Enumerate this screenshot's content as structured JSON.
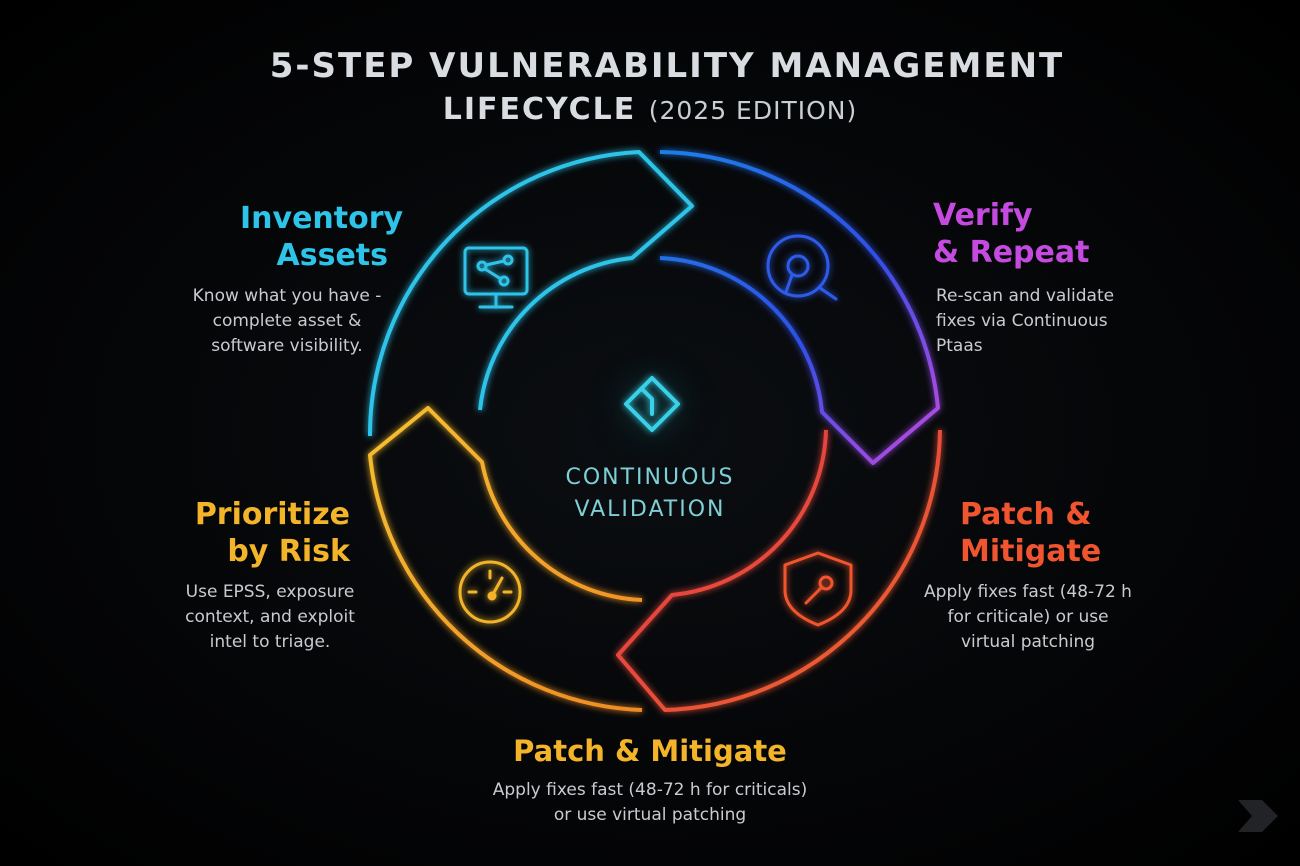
{
  "title": {
    "line1": "5-STEP VULNERABILITY MANAGEMENT",
    "line2": "LIFECYCLE",
    "line2_suffix": "(2025 EDITION)"
  },
  "center": {
    "label": "CONTINUOUS\nVALIDATION",
    "icon": "diamond-arrow-icon"
  },
  "steps": {
    "inventory": {
      "title": "Inventory\nAssets",
      "desc": "Know what you have -\ncomplete asset &\nsoftware visibility.",
      "color": "#2ec4ea",
      "icon": "monitor-network-icon"
    },
    "verify": {
      "title": "Verify\n& Repeat",
      "desc": "Re-scan and validate\nfixes via Continuous\nPtaas",
      "color": "#c54be0",
      "icon": "scan-target-icon"
    },
    "patch_right": {
      "title": "Patch &\nMitigate",
      "desc": "Apply fixes fast (48-72 h\nfor criticale) or use\nvirtual patching",
      "color": "#f0552f",
      "icon": "shield-wrench-icon"
    },
    "prioritize": {
      "title": "Prioritize\nby Risk",
      "desc": "Use EPSS, exposure\ncontext, and exploit\nintel to triage.",
      "color": "#f3b42a",
      "icon": "gauge-icon"
    },
    "patch_bottom": {
      "title": "Patch & Mitigate",
      "desc": "Apply fixes fast (48-72 h for criticals)\nor use virtual patching",
      "color": "#f3b42a"
    }
  },
  "colors": {
    "background": "#000000",
    "title": "#d9dde2",
    "desc_text": "#c8ccd1",
    "center_text": "#7ecfd6",
    "cyan": "#2ec4ea",
    "blue": "#2f5bea",
    "magenta": "#c54be0",
    "red": "#f0552f",
    "orange": "#f3b42a"
  },
  "watermark_icon": "arrow-logo-icon"
}
